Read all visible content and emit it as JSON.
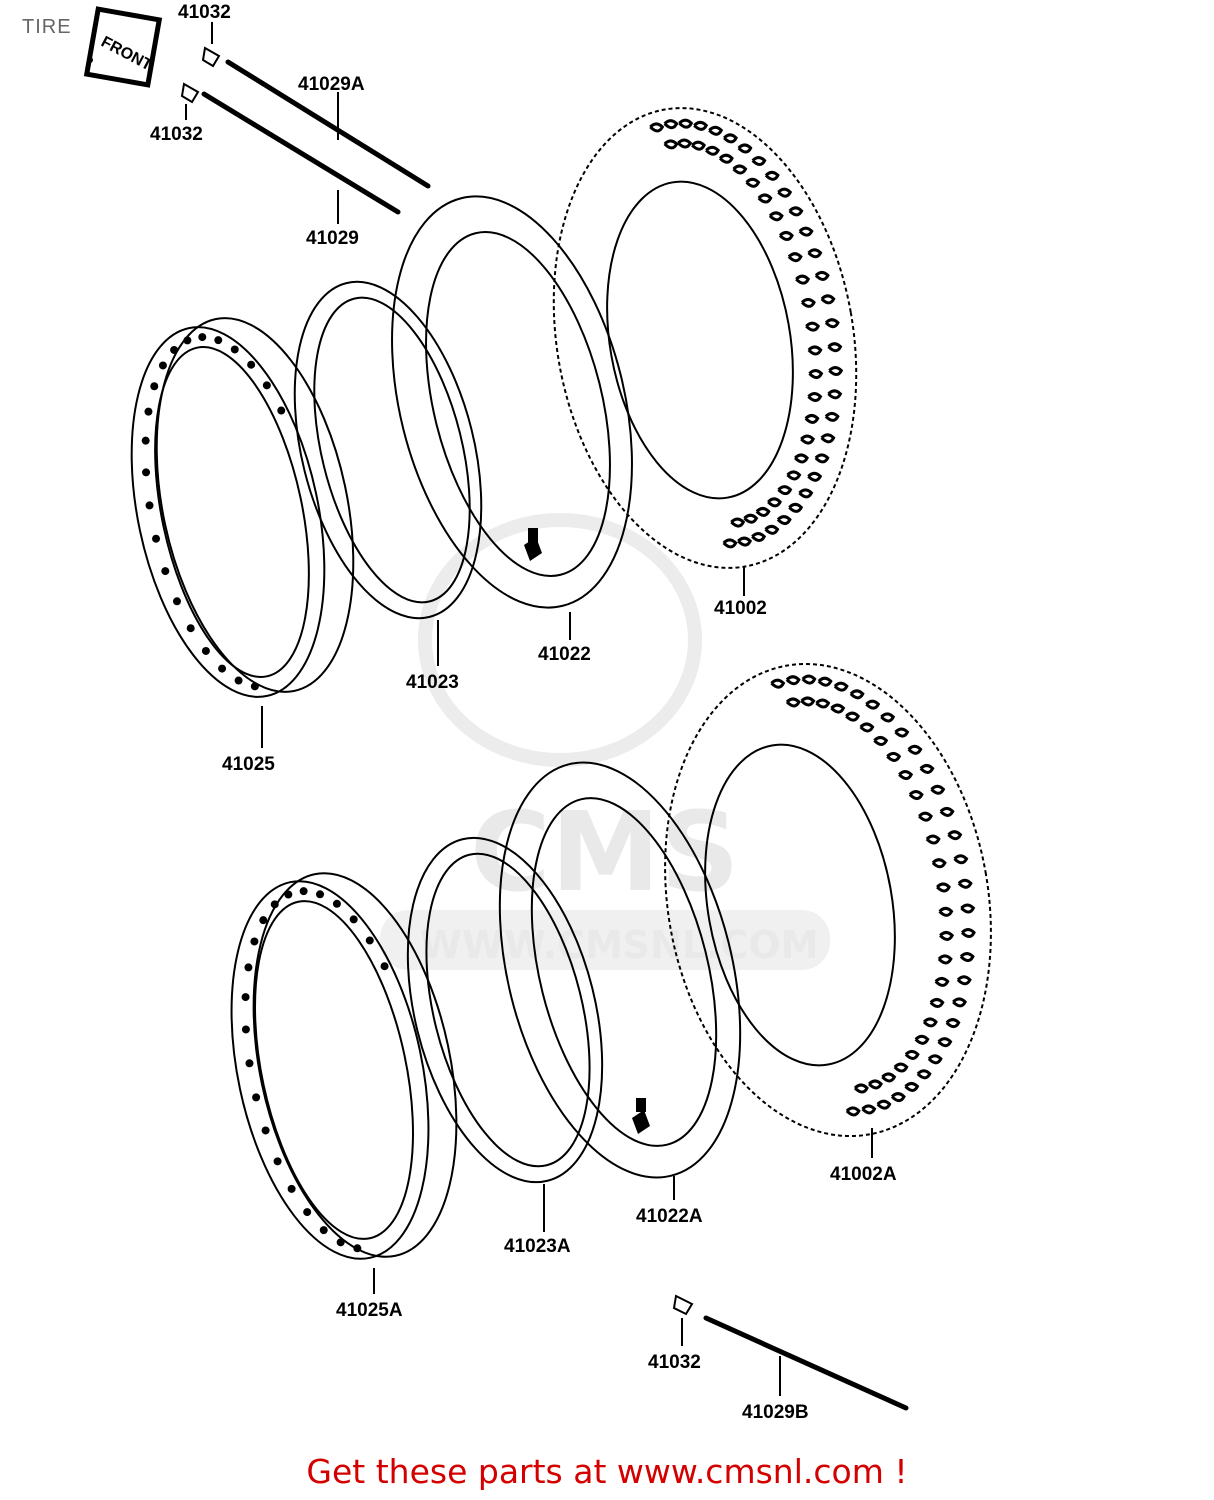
{
  "title": "TIRE",
  "footer": "Get these parts at www.cmsnl.com !",
  "footer_color": "#d40000",
  "watermark": {
    "brand": "CMS",
    "url": "WWW.CMSNL.COM"
  },
  "stamp": "FRONT",
  "parts": {
    "p41032_top": "41032",
    "p41029A": "41029A",
    "p41032_mid": "41032",
    "p41029": "41029",
    "p41002": "41002",
    "p41022": "41022",
    "p41023": "41023",
    "p41025": "41025",
    "p41002A": "41002A",
    "p41022A": "41022A",
    "p41023A": "41023A",
    "p41025A": "41025A",
    "p41032_bot": "41032",
    "p41029B": "41029B"
  }
}
